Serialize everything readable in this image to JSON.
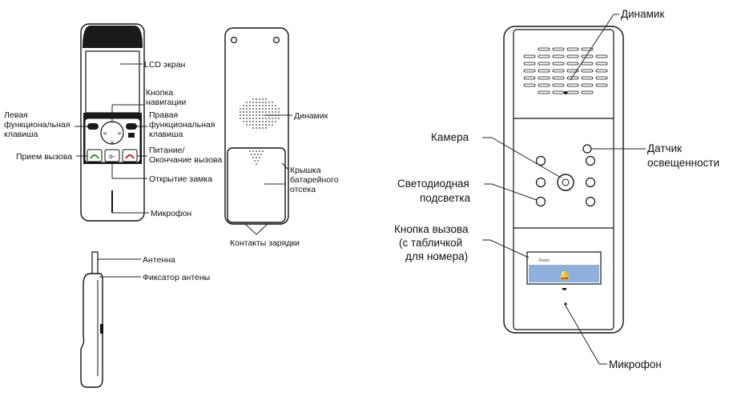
{
  "handset": {
    "labels": {
      "lcd": "LCD экран",
      "nav_1": "Кнопка",
      "nav_2": "навигации",
      "left_1": "Левая",
      "left_2": "функциональная",
      "left_3": "клавиша",
      "right_1": "Правая",
      "right_2": "функциональная",
      "right_3": "клавиша",
      "answer": "Прием вызова",
      "power_1": "Питание/",
      "power_2": "Окончание вызова",
      "unlock": "Открытие замка",
      "mic": "Микрофон",
      "speaker": "Динамик",
      "cover_1": "Крышка",
      "cover_2": "батарейного",
      "cover_3": "отсека",
      "contacts": "Контакты зарядки",
      "antenna": "Антенна",
      "antenna_lock": "Фиксатор антены"
    }
  },
  "door_panel": {
    "labels": {
      "speaker": "Динамик",
      "camera": "Камера",
      "light_1": "Датчик",
      "light_2": "освещенности",
      "led_1": "Светодиодная",
      "led_2": "подсветка",
      "call_1": "Кнопка вызова",
      "call_2": "(с табличкой",
      "call_3": "для номера)",
      "mic": "Микрофон",
      "name_tag": "Name"
    }
  },
  "colors": {
    "outline": "#111111",
    "lcd_frame": "#1a1a1a",
    "call_plate": "#8fb0dd",
    "answer_icon": "#2e8b3a",
    "end_icon": "#cc2222"
  }
}
